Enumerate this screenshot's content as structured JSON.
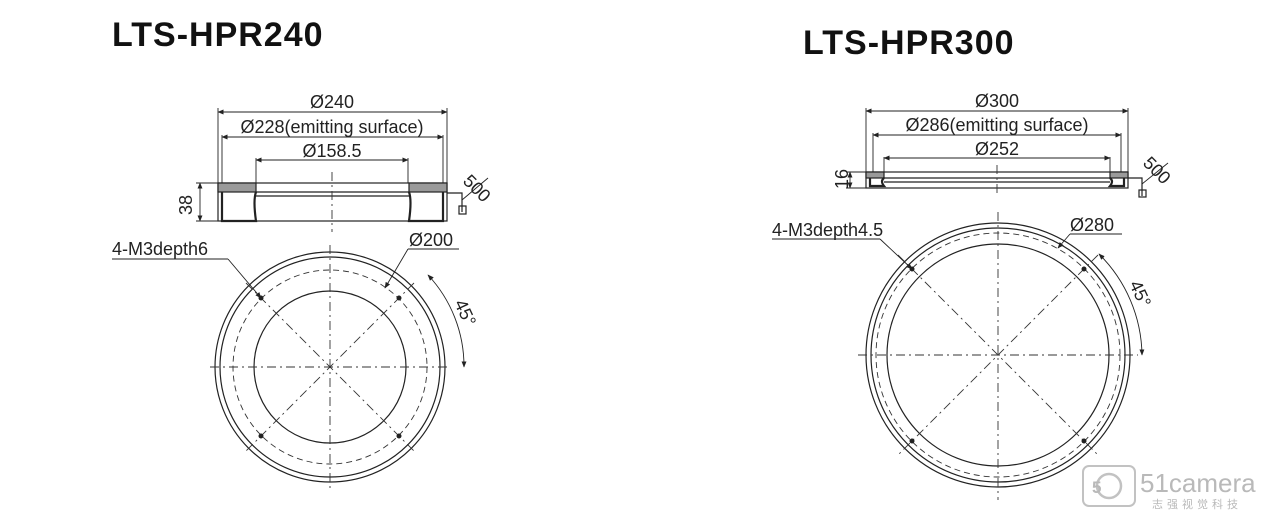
{
  "left": {
    "title": "LTS-HPR240",
    "dim_outer": "Ø240",
    "dim_emitting": "Ø228(emitting surface)",
    "dim_inner": "Ø158.5",
    "dim_height": "38",
    "dim_cable": "500",
    "hole_label": "4-M3depth6",
    "dim_pcd": "Ø200",
    "angle": "45°"
  },
  "right": {
    "title": "LTS-HPR300",
    "dim_outer": "Ø300",
    "dim_emitting": "Ø286(emitting surface)",
    "dim_inner": "Ø252",
    "dim_height": "16",
    "dim_cable": "500",
    "hole_label": "4-M3depth4.5",
    "dim_pcd": "Ø280",
    "angle": "45°"
  },
  "watermark": {
    "brand": "51camera",
    "subtitle": "志强视觉科技"
  }
}
